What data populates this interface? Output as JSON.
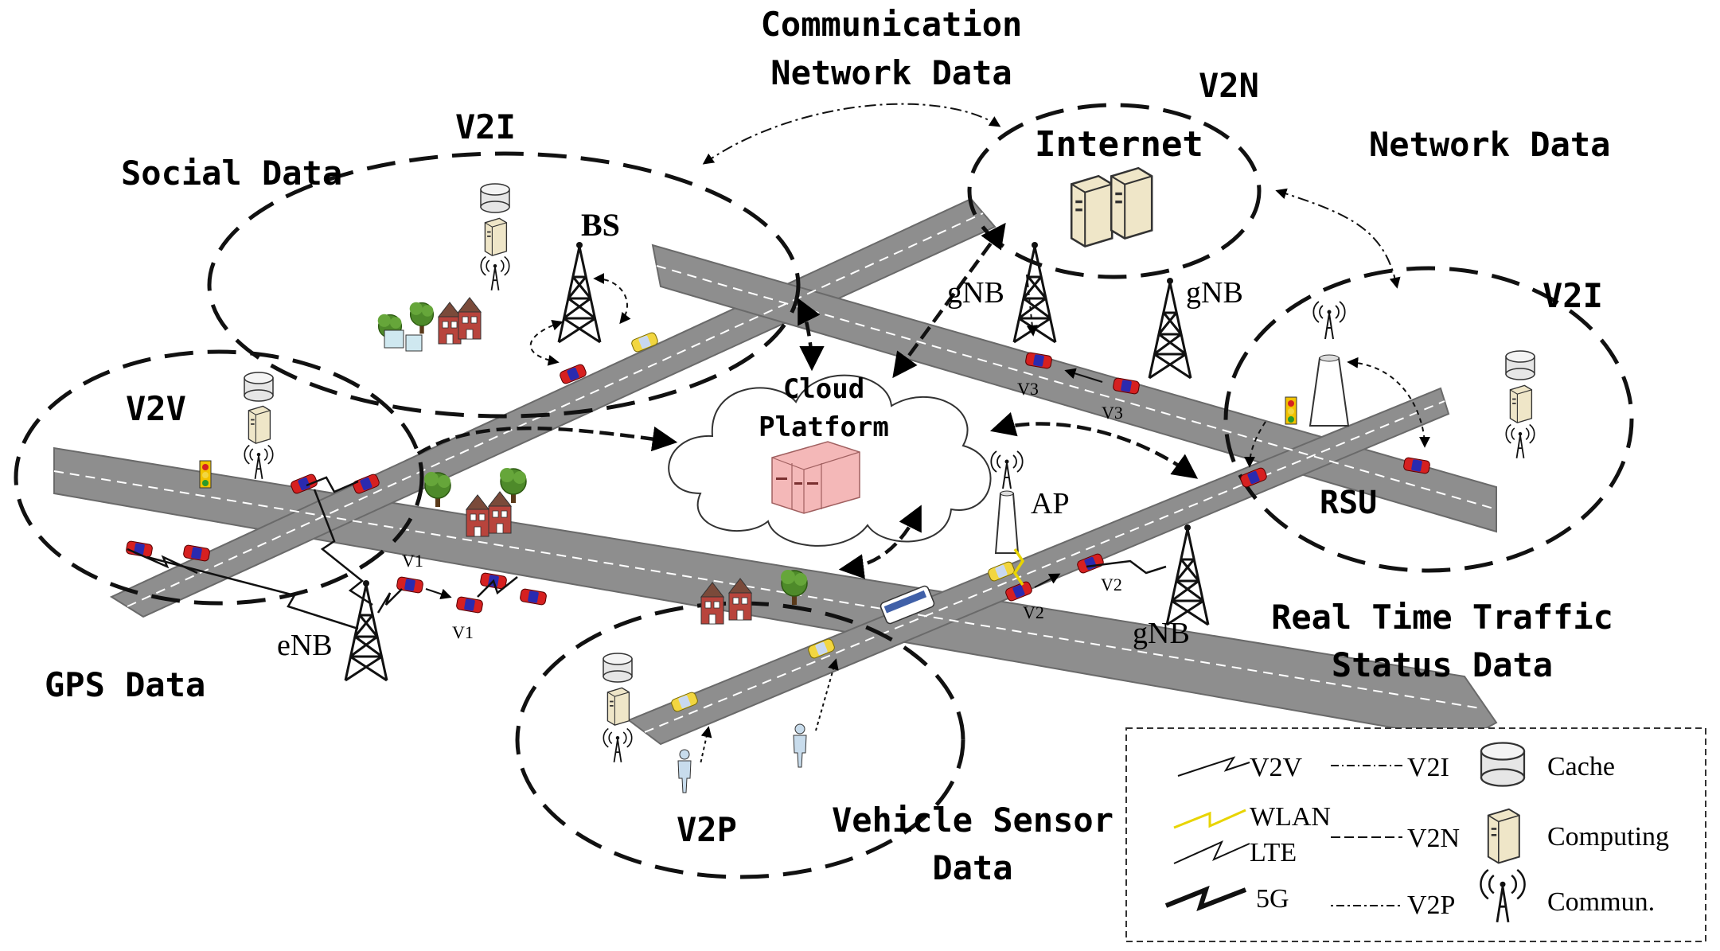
{
  "colors": {
    "road": "#8e8e8e",
    "road_edge": "#6a6a6a",
    "lane_mark": "#ffffff",
    "car_red": "#d62020",
    "car_blue": "#2a2ab0",
    "taxi": "#f2d640",
    "server_pink": "#f4b8b8",
    "server_beige": "#efe6c8",
    "tree_green": "#4e8a2a",
    "house_red": "#b8443c",
    "wlan_yellow": "#e8d400"
  },
  "regions": {
    "v2i_left": "V2I",
    "v2n": "V2N",
    "v2v": "V2V",
    "v2p": "V2P",
    "v2i_right": "V2I"
  },
  "data_labels": {
    "communication_network_line1": "Communication",
    "communication_network_line2": "Network Data",
    "social": "Social Data",
    "network": "Network Data",
    "gps": "GPS Data",
    "realtime_line1": "Real Time Traffic",
    "realtime_line2": "Status Data",
    "vehicle_sensor_line1": "Vehicle Sensor",
    "vehicle_sensor_line2": "Data"
  },
  "nodes": {
    "bs": "BS",
    "internet": "Internet",
    "gnb_left": "gNB",
    "gnb_right": "gNB",
    "gnb_bottom": "gNB",
    "cloud_line1": "Cloud",
    "cloud_line2": "Platform",
    "ap": "AP",
    "rsu": "RSU",
    "enb": "eNB"
  },
  "vehicle_labels": {
    "v1_top": "V1",
    "v1_bottom": "V1",
    "v2_left": "V2",
    "v2_right": "V2",
    "v3_left": "V3",
    "v3_right": "V3"
  },
  "legend": {
    "v2v": "V2V",
    "wlan": "WLAN",
    "lte": "LTE",
    "g5": "5G",
    "v2i": "V2I",
    "v2n": "V2N",
    "v2p": "V2P",
    "cache": "Cache",
    "computing": "Computing",
    "commun": "Commun."
  }
}
